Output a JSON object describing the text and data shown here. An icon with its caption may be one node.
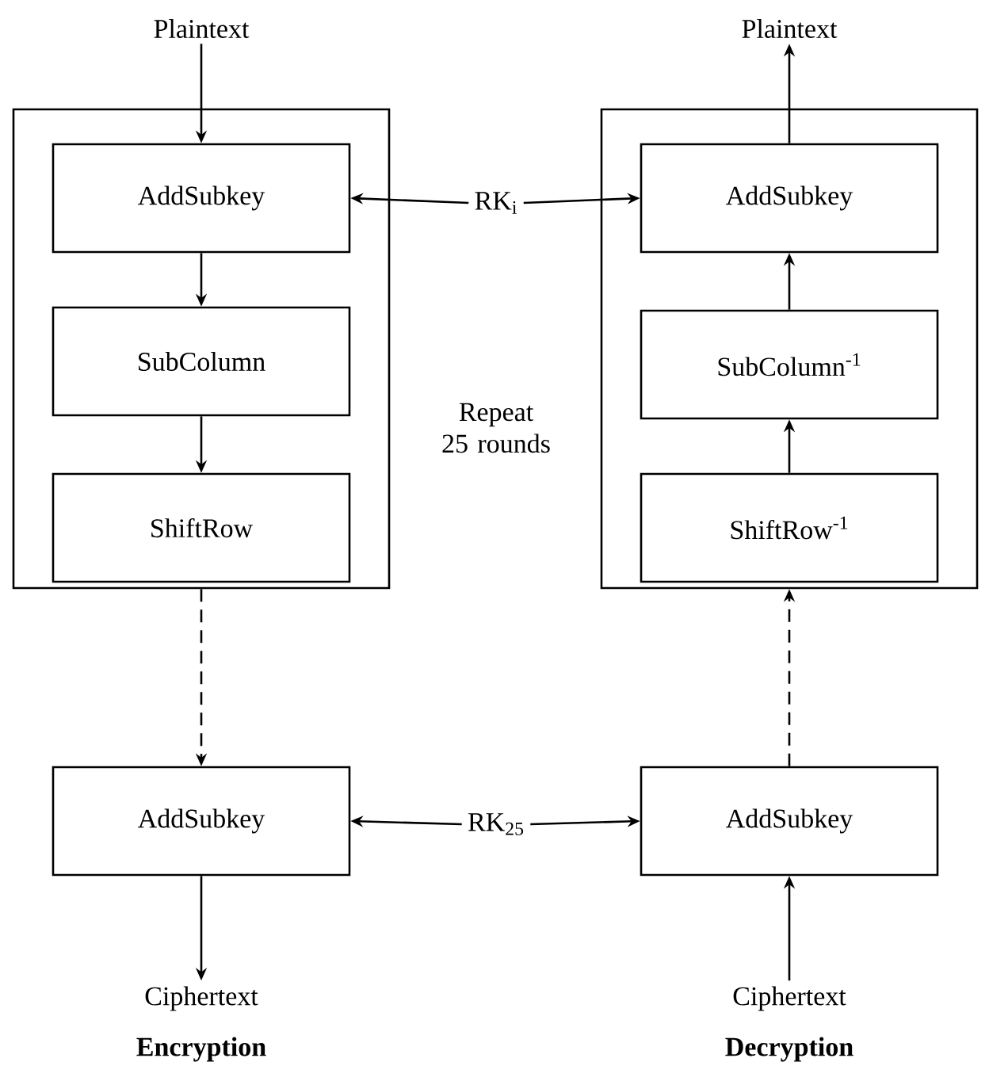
{
  "diagram": {
    "nodes": [
      {
        "text": [
          "Plaintext"
        ]
      },
      {
        "text": [],
        "shape": "box"
      },
      {
        "text": [
          "AddSubkey"
        ],
        "in": 1
      },
      {
        "text": [
          "SubColumn"
        ],
        "in": 1
      },
      {
        "text": [
          "ShiftRow"
        ],
        "in": 1
      },
      {
        "text": [
          "AddSubkey"
        ]
      },
      {
        "text": [
          "Ciphertext"
        ]
      },
      {
        "text": [
          "RK$_{i}$"
        ]
      },
      {
        "text": [
          "Plaintext"
        ]
      },
      {
        "text": [],
        "shape": "box"
      },
      {
        "text": [
          "AddSubkey"
        ],
        "in": 9
      },
      {
        "text": [
          "SubColumn$^{-1}$"
        ],
        "in": 9
      },
      {
        "text": [
          "ShiftRow$^{-1}$"
        ],
        "in": 9
      },
      {
        "text": [
          "AddSubkey"
        ]
      },
      {
        "text": [
          "Ciphertext"
        ]
      },
      {
        "text": [
          "RK$_{25}$"
        ]
      }
    ],
    "edges": [
      {
        "from": 0,
        "to": 2,
        "arrow": "to"
      },
      {
        "from": 2,
        "to": 3,
        "arrow": "to"
      },
      {
        "from": 3,
        "to": 4,
        "arrow": "to"
      },
      {
        "from": 1,
        "to": 5,
        "arrow": "to",
        "style": "dashed"
      },
      {
        "from": 5,
        "to": 6,
        "arrow": "to"
      },
      {
        "from": 7,
        "to": 2,
        "arrow": "to"
      },
      {
        "from": 7,
        "to": 10,
        "arrow": "to"
      },
      {
        "from": 10,
        "to": 8,
        "arrow": "to"
      },
      {
        "from": 11,
        "to": 10,
        "arrow": "to"
      },
      {
        "from": 12,
        "to": 11,
        "arrow": "to"
      },
      {
        "from": 13,
        "to": 9,
        "arrow": "to",
        "style": "dashed"
      },
      {
        "from": 14,
        "to": 13,
        "arrow": "to"
      },
      {
        "from": 15,
        "to": 5,
        "arrow": "to"
      },
      {
        "from": 15,
        "to": 13,
        "arrow": "to"
      }
    ],
    "labels": [
      "Repeat 25 rounds",
      "Encryption",
      "Decryption"
    ]
  }
}
